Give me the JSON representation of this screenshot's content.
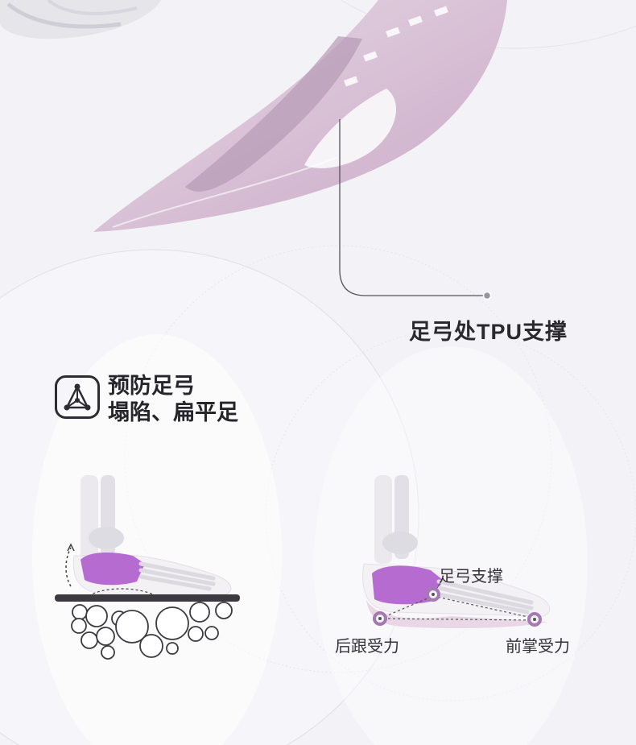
{
  "callout": {
    "title": "足弓处TPU支撑"
  },
  "feature": {
    "line1": "预防足弓",
    "line2": "塌陷、扁平足"
  },
  "diagram": {
    "arch_support_label": "足弓支撑",
    "heel_label": "后跟受力",
    "forefoot_label": "前掌受力"
  },
  "colors": {
    "background": "#f3f2f7",
    "insole": "#d9c3d6",
    "bone_highlight": "#b565cc",
    "accent_ring": "#a47bb0"
  },
  "icons": {
    "feature_icon": "arch-triangle-icon"
  }
}
